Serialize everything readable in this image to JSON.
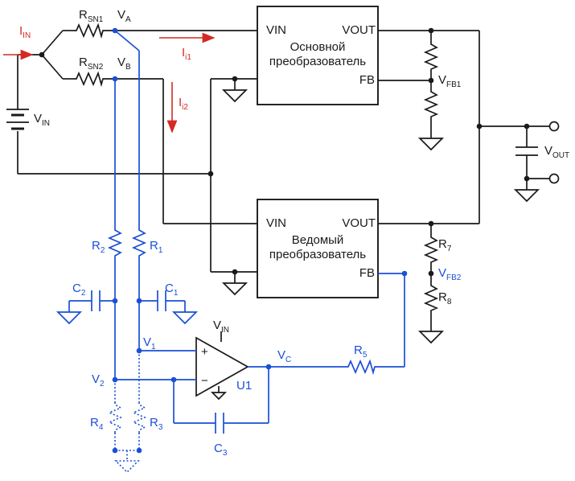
{
  "labels": {
    "iin": "I",
    "iin_sub": "IN",
    "rsn1": "R",
    "rsn1_sub": "SN1",
    "rsn2": "R",
    "rsn2_sub": "SN2",
    "va": "V",
    "va_sub": "A",
    "vb": "V",
    "vb_sub": "B",
    "ii1": "I",
    "ii1_sub": "i1",
    "ii2": "I",
    "ii2_sub": "i2",
    "vin_src": "V",
    "vin_src_sub": "IN",
    "vfb1": "V",
    "vfb1_sub": "FB1",
    "vout": "V",
    "vout_sub": "OUT",
    "vfb2": "V",
    "vfb2_sub": "FB2",
    "r7": "R",
    "r7_sub": "7",
    "r8": "R",
    "r8_sub": "8",
    "r2": "R",
    "r2_sub": "2",
    "r1": "R",
    "r1_sub": "1",
    "c2": "C",
    "c2_sub": "2",
    "c1": "C",
    "c1_sub": "1",
    "v1": "V",
    "v1_sub": "1",
    "v2": "V",
    "v2_sub": "2",
    "vin_amp": "V",
    "vin_amp_sub": "IN",
    "vc": "V",
    "vc_sub": "C",
    "r5": "R",
    "r5_sub": "5",
    "u1": "U1",
    "r4": "R",
    "r4_sub": "4",
    "r3": "R",
    "r3_sub": "3",
    "c3": "C",
    "c3_sub": "3",
    "plus": "+",
    "minus": "−"
  },
  "main_converter": {
    "vin_pin": "VIN",
    "vout_pin": "VOUT",
    "name_line1": "Основной",
    "name_line2": "преобразователь",
    "fb_pin": "FB"
  },
  "slave_converter": {
    "vin_pin": "VIN",
    "vout_pin": "VOUT",
    "name_line1": "Ведомый",
    "name_line2": "преобразователь",
    "fb_pin": "FB"
  },
  "colors": {
    "wire": "#1a1a1a",
    "control_wire": "#1a4fd6",
    "current_arrow": "#d42a24"
  }
}
